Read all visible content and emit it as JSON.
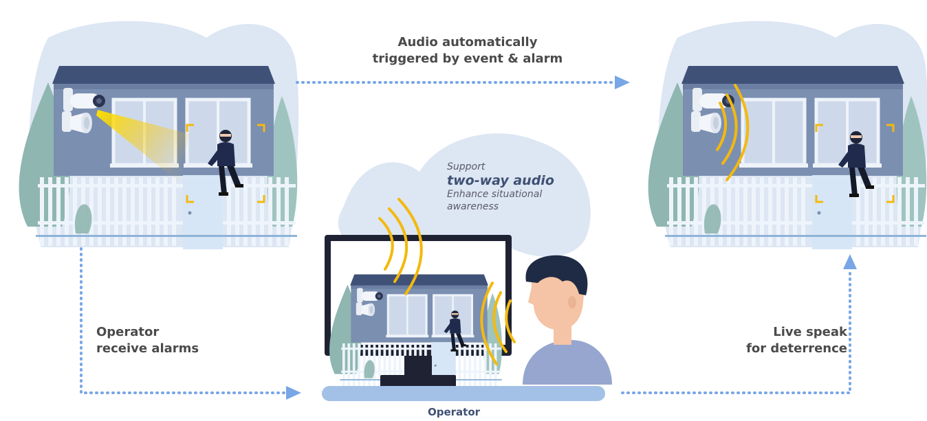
{
  "labels": {
    "top": [
      "Audio automatically",
      "triggered by event & alarm"
    ],
    "left": [
      "Operator",
      "receive alarms"
    ],
    "right": [
      "Live speak",
      "for deterrence"
    ],
    "operator": "Operator"
  },
  "callout": {
    "line1": "Support",
    "highlight": "two-way audio",
    "line3": "Enhance situational",
    "line4": "awareness"
  },
  "colors": {
    "blob": "#dde6f3",
    "house": "#7b8fb1",
    "roof": "#3f5177",
    "arrow": "#78a6e6",
    "wave": "#f4b90f",
    "fence": "#eef4fb",
    "tree": "#8fb6b0",
    "skin": "#f5c3a5",
    "hair": "#1f2a44",
    "shirt": "#96a6cf",
    "monitor": "#1e2233"
  },
  "icons": [
    "camera-icon",
    "speaker-icon",
    "intruder-figure",
    "operator-figure",
    "monitor-icon",
    "sound-wave-icon",
    "arrow-icon"
  ]
}
